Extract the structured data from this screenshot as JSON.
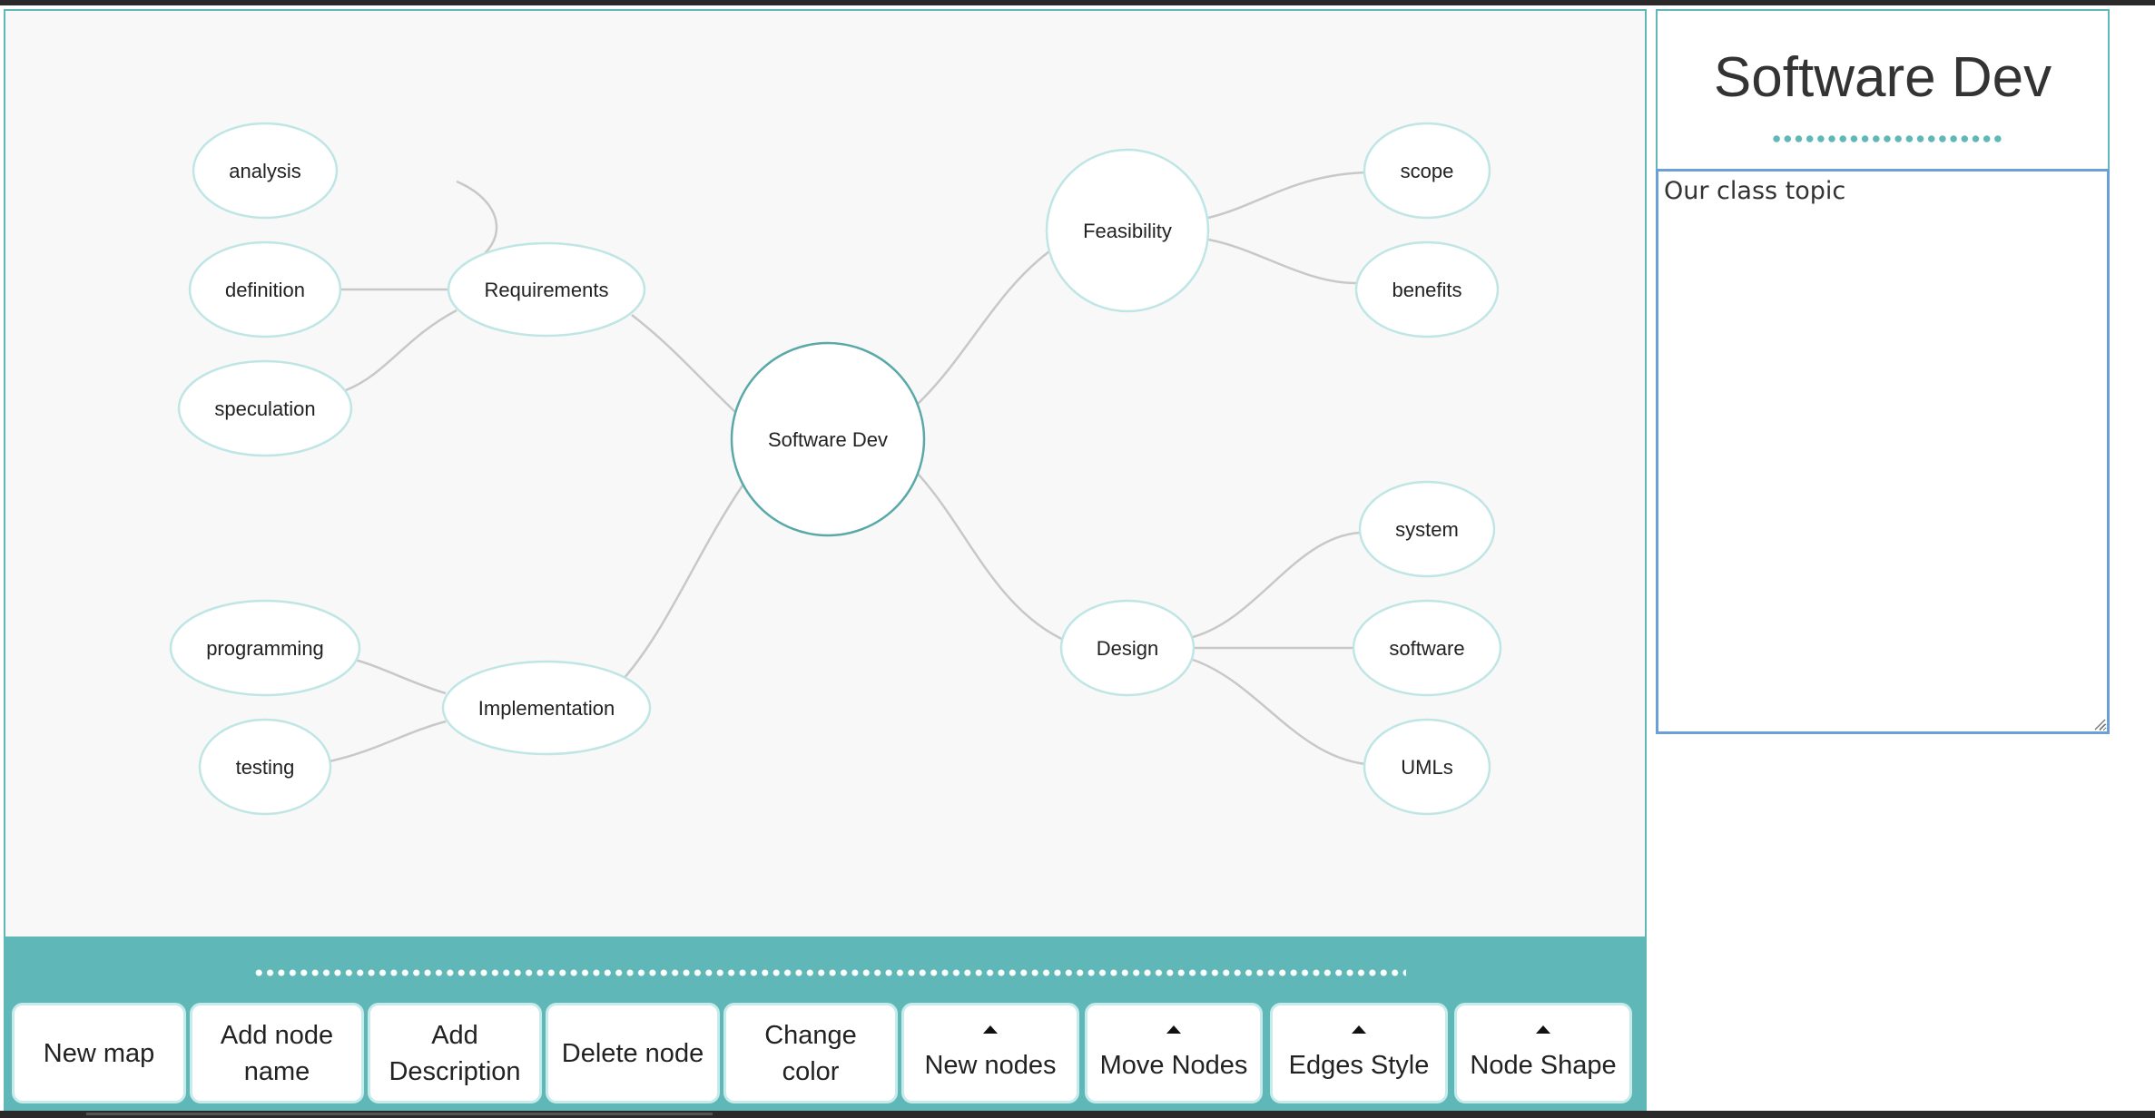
{
  "map": {
    "root": "Software Dev",
    "branches": [
      {
        "label": "Requirements",
        "children": [
          "analysis",
          "definition",
          "speculation"
        ]
      },
      {
        "label": "Implementation",
        "children": [
          "programming",
          "testing"
        ]
      },
      {
        "label": "Feasibility",
        "children": [
          "scope",
          "benefits"
        ]
      },
      {
        "label": "Design",
        "children": [
          "system",
          "software",
          "UMLs"
        ]
      }
    ]
  },
  "toolbar": {
    "new_map": "New map",
    "add_node_name_1": "Add node",
    "add_node_name_2": "name",
    "add_description_1": "Add",
    "add_description_2": "Description",
    "delete_node": "Delete node",
    "change_color_1": "Change",
    "change_color_2": "color",
    "new_nodes": "New nodes",
    "move_nodes": "Move Nodes",
    "edges_style": "Edges Style",
    "node_shape": "Node Shape"
  },
  "side_panel": {
    "title": "Software Dev",
    "description": "Our class topic"
  },
  "colors": {
    "accent": "#5fb7b7",
    "canvas_bg": "#f8f8f8",
    "node_border": "#bfe5e5",
    "root_border": "#5aa8a8",
    "edge": "#c8c8c8"
  }
}
